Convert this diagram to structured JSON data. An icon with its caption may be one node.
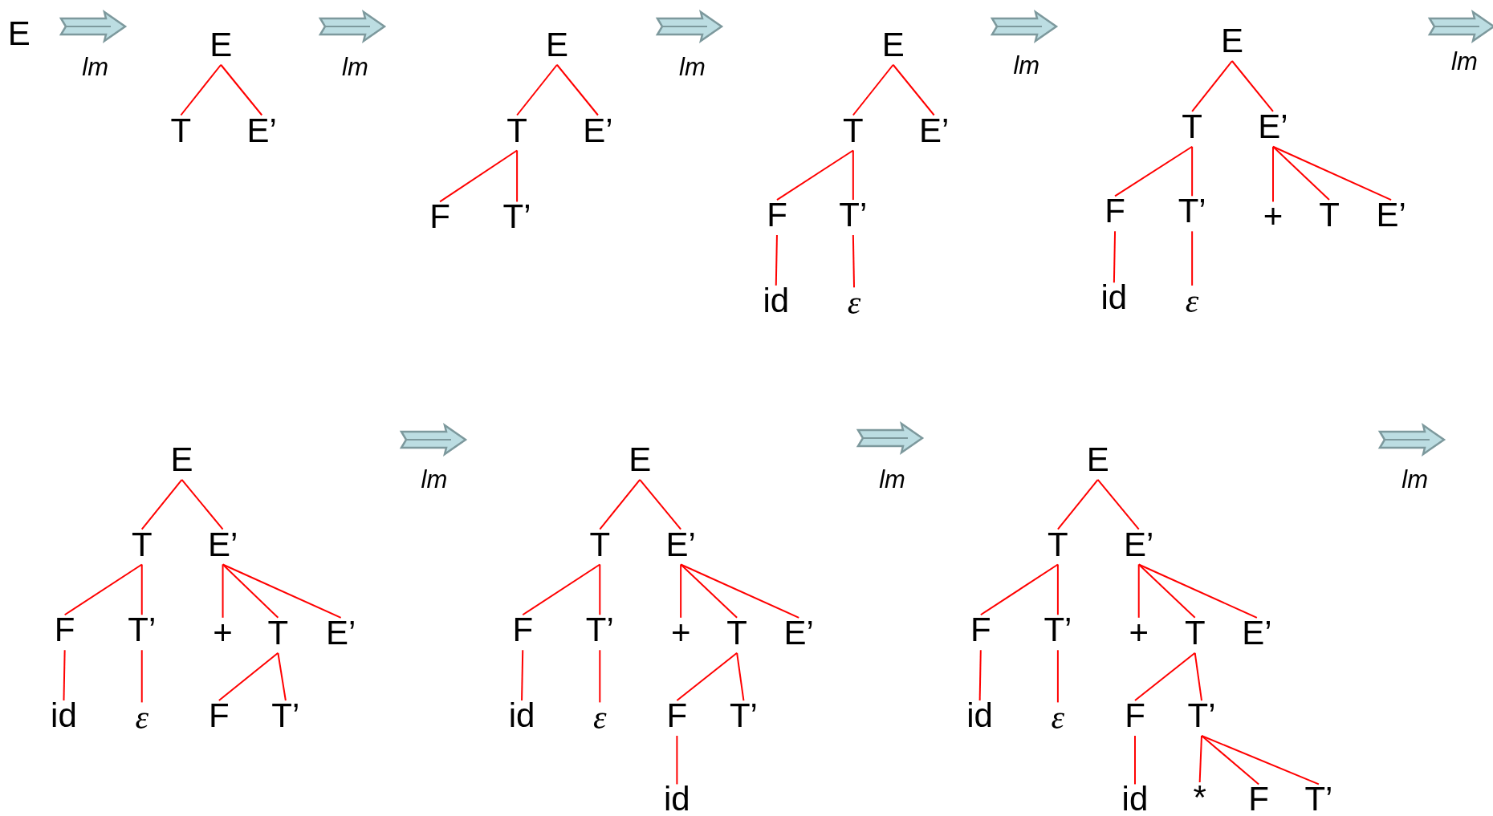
{
  "diagram": {
    "nodes": [
      {
        "text": [
          "E"
        ]
      },
      {
        "text": [
          "E"
        ]
      },
      {
        "text": [
          "T"
        ]
      },
      {
        "text": [
          "E’"
        ]
      },
      {
        "text": [
          "E"
        ]
      },
      {
        "text": [
          "T"
        ]
      },
      {
        "text": [
          "E’"
        ]
      },
      {
        "text": [
          "F"
        ]
      },
      {
        "text": [
          "T’"
        ]
      },
      {
        "text": [
          "E"
        ]
      },
      {
        "text": [
          "T"
        ]
      },
      {
        "text": [
          "E’"
        ]
      },
      {
        "text": [
          "F"
        ]
      },
      {
        "text": [
          "T’"
        ]
      },
      {
        "text": [
          "id"
        ]
      },
      {
        "text": [
          "ε"
        ]
      },
      {
        "text": [
          "E"
        ]
      },
      {
        "text": [
          "T"
        ]
      },
      {
        "text": [
          "E’"
        ]
      },
      {
        "text": [
          "F"
        ]
      },
      {
        "text": [
          "T’"
        ]
      },
      {
        "text": [
          "+"
        ]
      },
      {
        "text": [
          "T"
        ]
      },
      {
        "text": [
          "E’"
        ]
      },
      {
        "text": [
          "id"
        ]
      },
      {
        "text": [
          "ε"
        ]
      },
      {
        "text": [
          "E"
        ]
      },
      {
        "text": [
          "T"
        ]
      },
      {
        "text": [
          "E’"
        ]
      },
      {
        "text": [
          "F"
        ]
      },
      {
        "text": [
          "T’"
        ]
      },
      {
        "text": [
          "+"
        ]
      },
      {
        "text": [
          "T"
        ]
      },
      {
        "text": [
          "E’"
        ]
      },
      {
        "text": [
          "id"
        ]
      },
      {
        "text": [
          "ε"
        ]
      },
      {
        "text": [
          "F"
        ]
      },
      {
        "text": [
          "T’"
        ]
      },
      {
        "text": [
          "E"
        ]
      },
      {
        "text": [
          "T"
        ]
      },
      {
        "text": [
          "E’"
        ]
      },
      {
        "text": [
          "F"
        ]
      },
      {
        "text": [
          "T’"
        ]
      },
      {
        "text": [
          "+"
        ]
      },
      {
        "text": [
          "T"
        ]
      },
      {
        "text": [
          "E’"
        ]
      },
      {
        "text": [
          "id"
        ]
      },
      {
        "text": [
          "ε"
        ]
      },
      {
        "text": [
          "F"
        ]
      },
      {
        "text": [
          "T’"
        ]
      },
      {
        "text": [
          "id"
        ]
      },
      {
        "text": [
          "E"
        ]
      },
      {
        "text": [
          "T"
        ]
      },
      {
        "text": [
          "E’"
        ]
      },
      {
        "text": [
          "F"
        ]
      },
      {
        "text": [
          "T’"
        ]
      },
      {
        "text": [
          "+"
        ]
      },
      {
        "text": [
          "T"
        ]
      },
      {
        "text": [
          "E’"
        ]
      },
      {
        "text": [
          "id"
        ]
      },
      {
        "text": [
          "ε"
        ]
      },
      {
        "text": [
          "F"
        ]
      },
      {
        "text": [
          "T’"
        ]
      },
      {
        "text": [
          "id"
        ]
      },
      {
        "text": [
          "*"
        ]
      },
      {
        "text": [
          "F"
        ]
      },
      {
        "text": [
          "T’"
        ]
      }
    ],
    "edges": [
      {
        "from": 1,
        "to": 2,
        "arrow": "none"
      },
      {
        "from": 1,
        "to": 3,
        "arrow": "none"
      },
      {
        "from": 4,
        "to": 5,
        "arrow": "none"
      },
      {
        "from": 4,
        "to": 6,
        "arrow": "none"
      },
      {
        "from": 5,
        "to": 7,
        "arrow": "none"
      },
      {
        "from": 5,
        "to": 8,
        "arrow": "none"
      },
      {
        "from": 9,
        "to": 10,
        "arrow": "none"
      },
      {
        "from": 9,
        "to": 11,
        "arrow": "none"
      },
      {
        "from": 10,
        "to": 12,
        "arrow": "none"
      },
      {
        "from": 10,
        "to": 13,
        "arrow": "none"
      },
      {
        "from": 12,
        "to": 14,
        "arrow": "none"
      },
      {
        "from": 13,
        "to": 15,
        "arrow": "none"
      },
      {
        "from": 16,
        "to": 17,
        "arrow": "none"
      },
      {
        "from": 16,
        "to": 18,
        "arrow": "none"
      },
      {
        "from": 17,
        "to": 19,
        "arrow": "none"
      },
      {
        "from": 17,
        "to": 20,
        "arrow": "none"
      },
      {
        "from": 18,
        "to": 21,
        "arrow": "none"
      },
      {
        "from": 18,
        "to": 22,
        "arrow": "none"
      },
      {
        "from": 18,
        "to": 23,
        "arrow": "none"
      },
      {
        "from": 19,
        "to": 24,
        "arrow": "none"
      },
      {
        "from": 20,
        "to": 25,
        "arrow": "none"
      },
      {
        "from": 26,
        "to": 27,
        "arrow": "none"
      },
      {
        "from": 26,
        "to": 28,
        "arrow": "none"
      },
      {
        "from": 27,
        "to": 29,
        "arrow": "none"
      },
      {
        "from": 27,
        "to": 30,
        "arrow": "none"
      },
      {
        "from": 28,
        "to": 31,
        "arrow": "none"
      },
      {
        "from": 28,
        "to": 32,
        "arrow": "none"
      },
      {
        "from": 28,
        "to": 33,
        "arrow": "none"
      },
      {
        "from": 29,
        "to": 34,
        "arrow": "none"
      },
      {
        "from": 30,
        "to": 35,
        "arrow": "none"
      },
      {
        "from": 32,
        "to": 36,
        "arrow": "none"
      },
      {
        "from": 32,
        "to": 37,
        "arrow": "none"
      },
      {
        "from": 38,
        "to": 39,
        "arrow": "none"
      },
      {
        "from": 38,
        "to": 40,
        "arrow": "none"
      },
      {
        "from": 39,
        "to": 41,
        "arrow": "none"
      },
      {
        "from": 39,
        "to": 42,
        "arrow": "none"
      },
      {
        "from": 40,
        "to": 43,
        "arrow": "none"
      },
      {
        "from": 40,
        "to": 44,
        "arrow": "none"
      },
      {
        "from": 40,
        "to": 45,
        "arrow": "none"
      },
      {
        "from": 41,
        "to": 46,
        "arrow": "none"
      },
      {
        "from": 42,
        "to": 47,
        "arrow": "none"
      },
      {
        "from": 44,
        "to": 48,
        "arrow": "none"
      },
      {
        "from": 44,
        "to": 49,
        "arrow": "none"
      },
      {
        "from": 48,
        "to": 50,
        "arrow": "none"
      },
      {
        "from": 51,
        "to": 52,
        "arrow": "none"
      },
      {
        "from": 51,
        "to": 53,
        "arrow": "none"
      },
      {
        "from": 52,
        "to": 54,
        "arrow": "none"
      },
      {
        "from": 52,
        "to": 55,
        "arrow": "none"
      },
      {
        "from": 53,
        "to": 56,
        "arrow": "none"
      },
      {
        "from": 53,
        "to": 57,
        "arrow": "none"
      },
      {
        "from": 53,
        "to": 58,
        "arrow": "none"
      },
      {
        "from": 54,
        "to": 59,
        "arrow": "none"
      },
      {
        "from": 55,
        "to": 60,
        "arrow": "none"
      },
      {
        "from": 57,
        "to": 61,
        "arrow": "none"
      },
      {
        "from": 57,
        "to": 62,
        "arrow": "none"
      },
      {
        "from": 61,
        "to": 63,
        "arrow": "none"
      },
      {
        "from": 62,
        "to": 64,
        "arrow": "none"
      },
      {
        "from": 62,
        "to": 65,
        "arrow": "none"
      },
      {
        "from": 62,
        "to": 66,
        "arrow": "none"
      }
    ],
    "labels": [
      "lm",
      "lm",
      "lm",
      "lm",
      "lm",
      "lm",
      "lm",
      "lm"
    ]
  }
}
